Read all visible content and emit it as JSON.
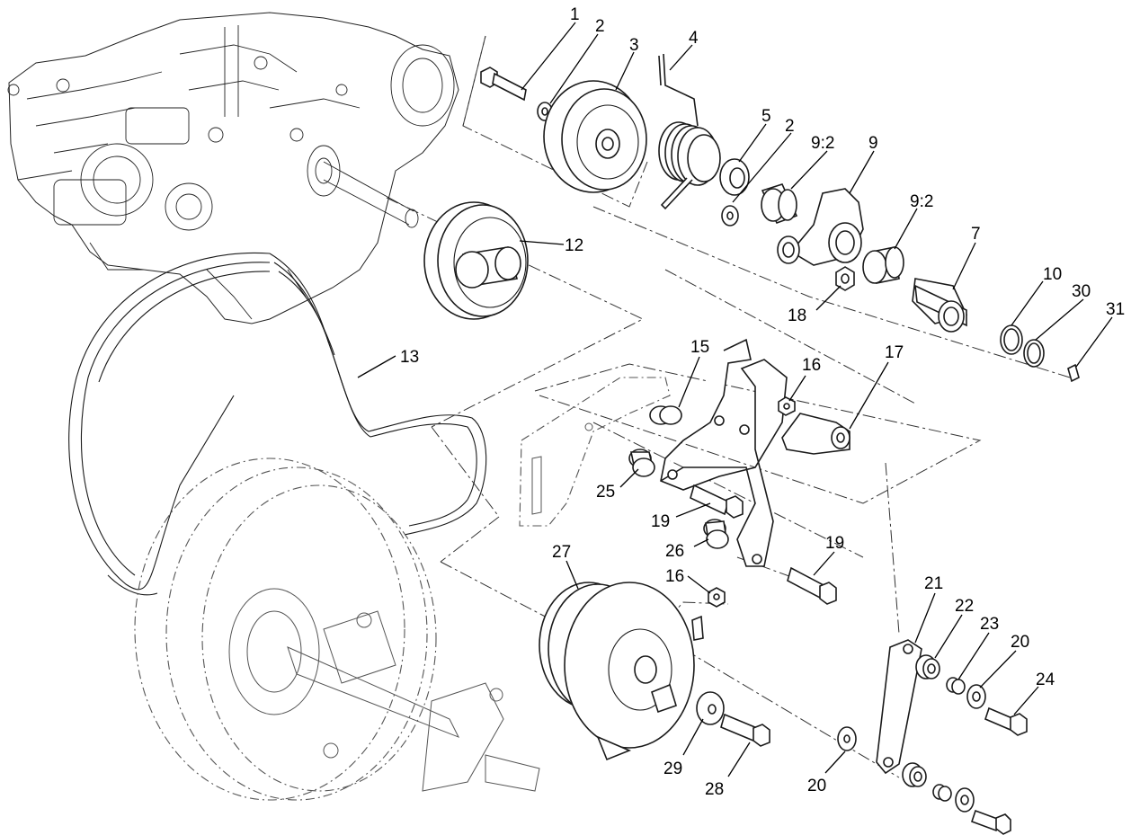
{
  "callouts": [
    {
      "id": "c1",
      "label": "1"
    },
    {
      "id": "c2a",
      "label": "2"
    },
    {
      "id": "c3",
      "label": "3"
    },
    {
      "id": "c4",
      "label": "4"
    },
    {
      "id": "c5",
      "label": "5"
    },
    {
      "id": "c2b",
      "label": "2"
    },
    {
      "id": "c92a",
      "label": "9:2"
    },
    {
      "id": "c9",
      "label": "9"
    },
    {
      "id": "c92b",
      "label": "9:2"
    },
    {
      "id": "c7",
      "label": "7"
    },
    {
      "id": "c12",
      "label": "12"
    },
    {
      "id": "c10",
      "label": "10"
    },
    {
      "id": "c30",
      "label": "30"
    },
    {
      "id": "c31",
      "label": "31"
    },
    {
      "id": "c18",
      "label": "18"
    },
    {
      "id": "c13",
      "label": "13"
    },
    {
      "id": "c15",
      "label": "15"
    },
    {
      "id": "c16a",
      "label": "16"
    },
    {
      "id": "c17",
      "label": "17"
    },
    {
      "id": "c25",
      "label": "25"
    },
    {
      "id": "c19a",
      "label": "19"
    },
    {
      "id": "c26",
      "label": "26"
    },
    {
      "id": "c19b",
      "label": "19"
    },
    {
      "id": "c27",
      "label": "27"
    },
    {
      "id": "c16b",
      "label": "16"
    },
    {
      "id": "c21",
      "label": "21"
    },
    {
      "id": "c22",
      "label": "22"
    },
    {
      "id": "c23",
      "label": "23"
    },
    {
      "id": "c20a",
      "label": "20"
    },
    {
      "id": "c24",
      "label": "24"
    },
    {
      "id": "c29",
      "label": "29"
    },
    {
      "id": "c28",
      "label": "28"
    },
    {
      "id": "c20b",
      "label": "20"
    }
  ]
}
